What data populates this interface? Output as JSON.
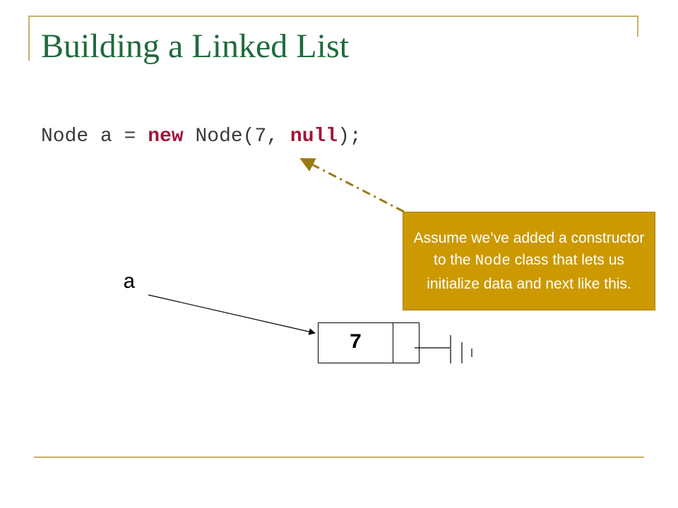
{
  "slide": {
    "title": "Building a Linked List"
  },
  "code": {
    "part1": "Node a = ",
    "kw_new": "new",
    "part2": " Node(7, ",
    "kw_null": "null",
    "part3": ");"
  },
  "callout": {
    "text_before": "Assume we’ve added a constructor to the ",
    "code_word": "Node",
    "text_after": " class that lets us initialize data and next like this."
  },
  "diagram": {
    "variable_name": "a",
    "node_value": "7"
  },
  "colors": {
    "title": "#1e6b3c",
    "keyword": "#a1153a",
    "callout_bg": "#cc9900",
    "frame": "#c8b066",
    "dashed_arrow": "#9a7a10"
  }
}
